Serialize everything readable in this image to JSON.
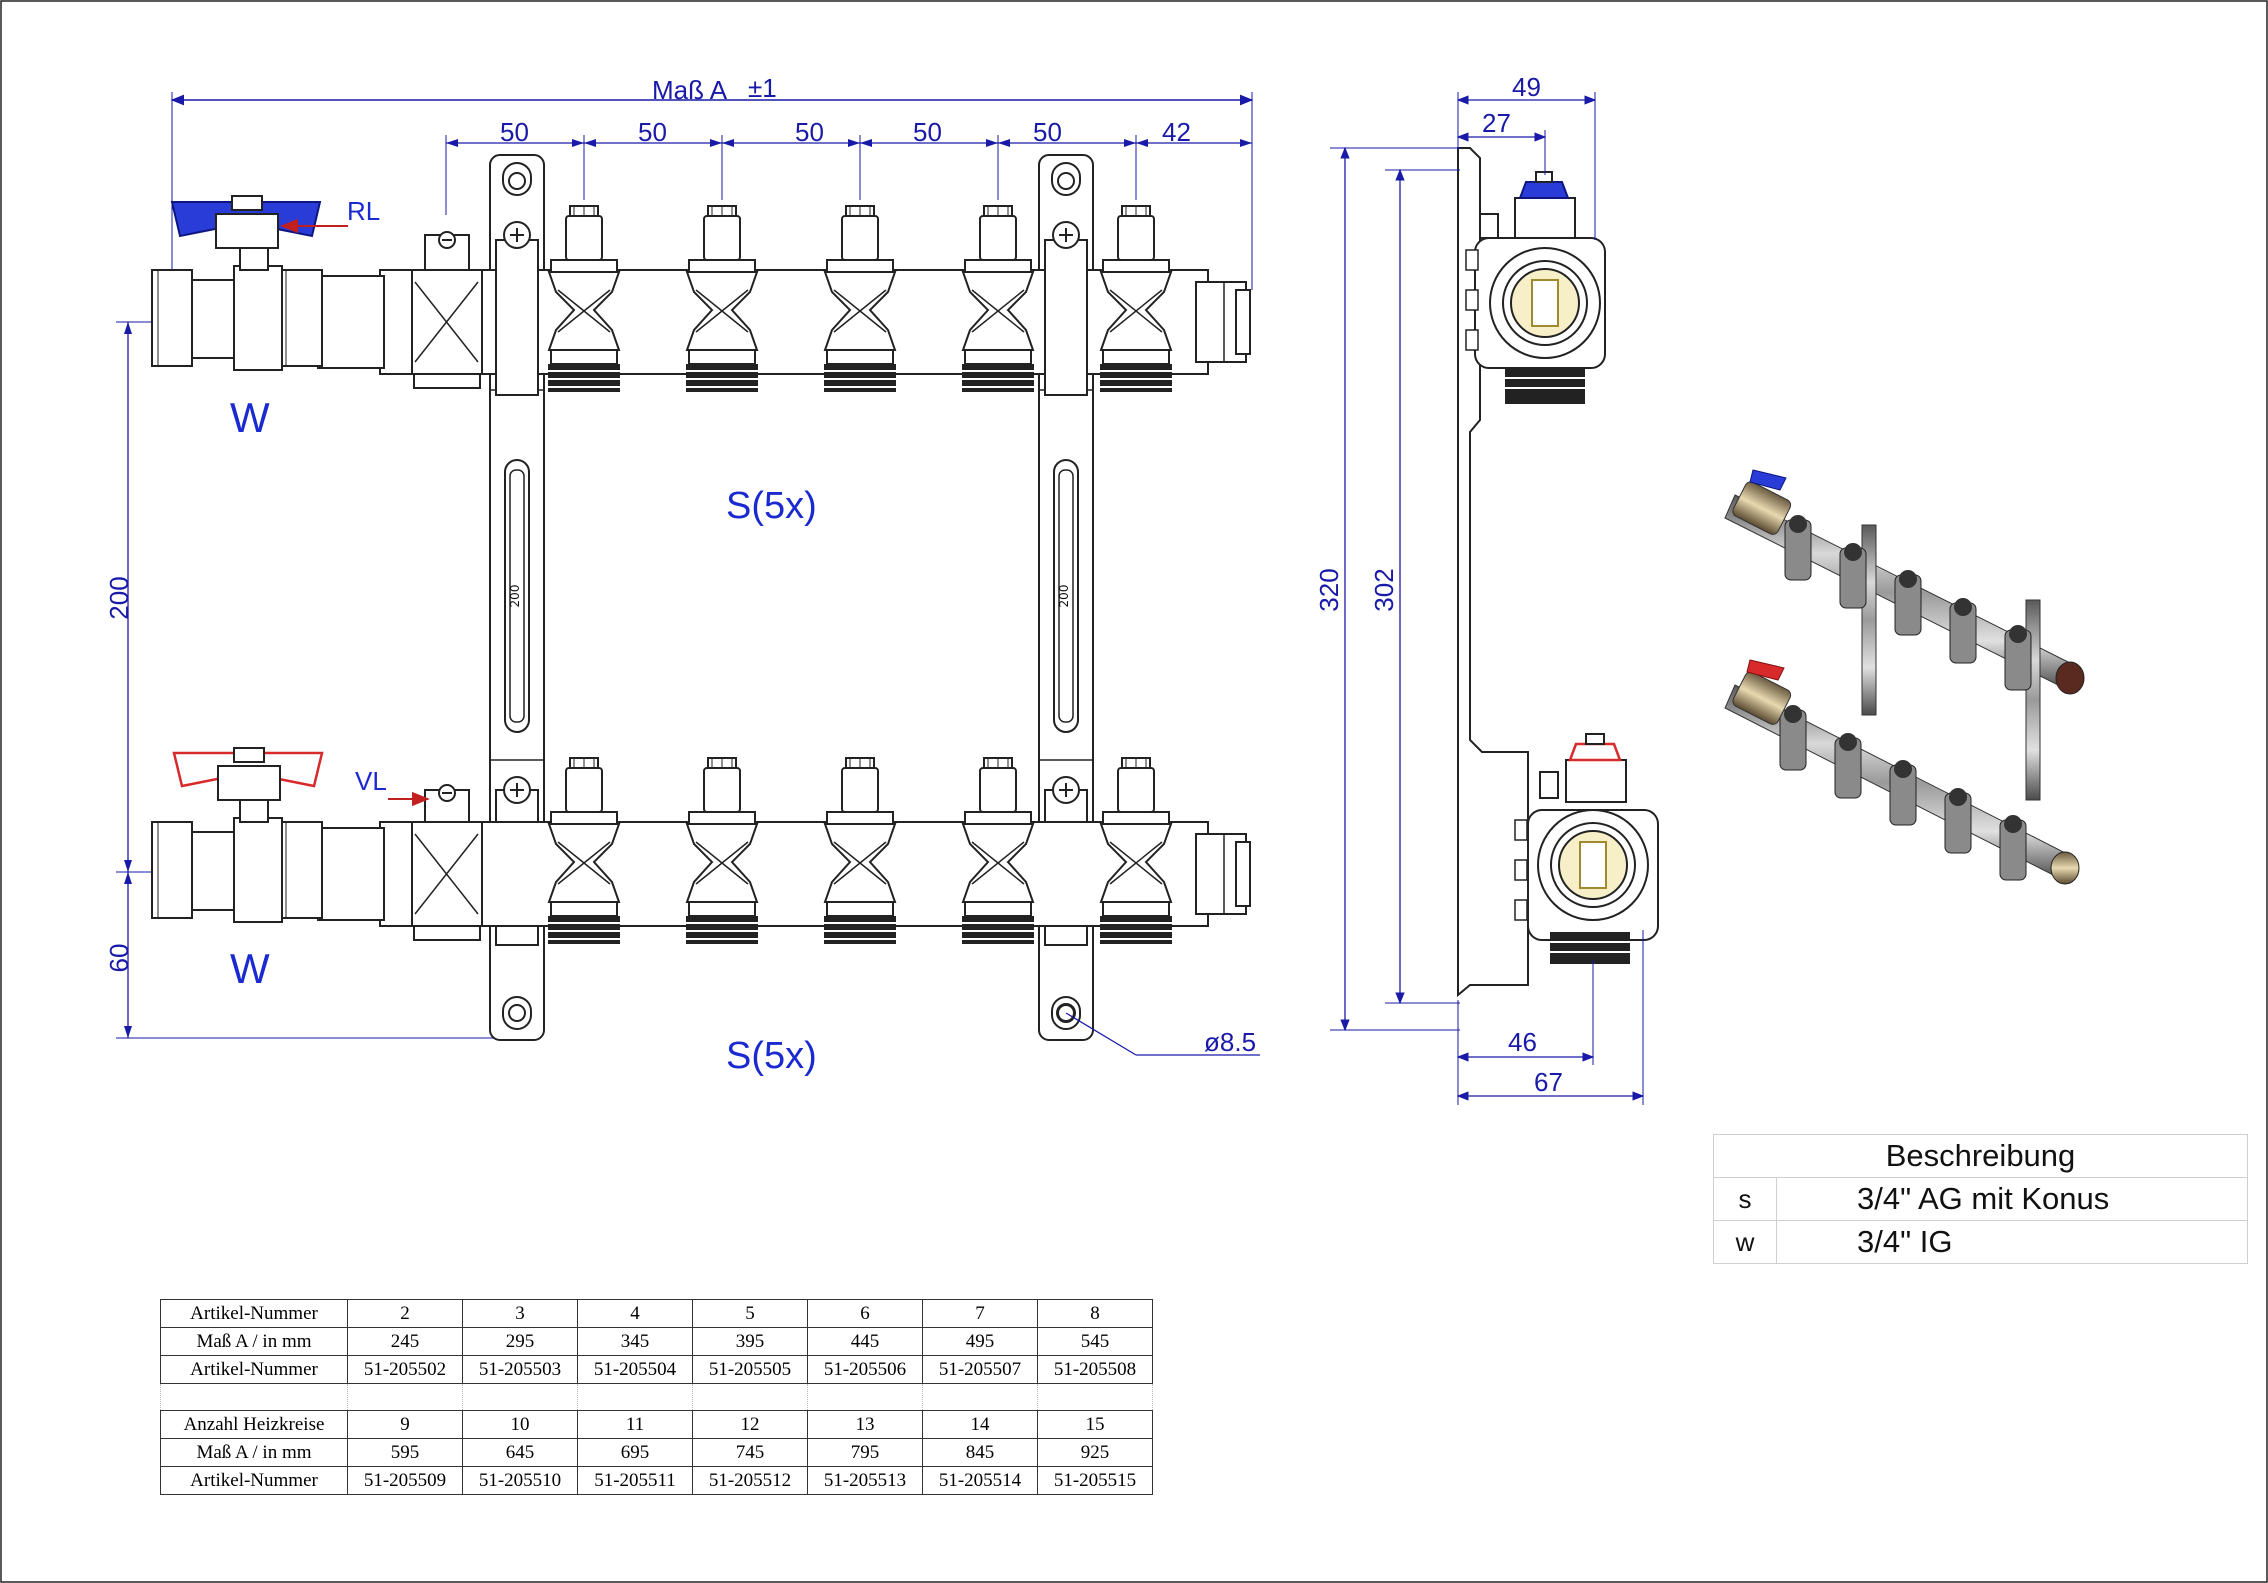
{
  "dimensions": {
    "mass_a": "Maß A",
    "tolerance": "±1",
    "spacing_top": [
      "50",
      "50",
      "50",
      "50",
      "50",
      "42"
    ],
    "height_200": "200",
    "height_60": "60",
    "ruler_label": "200",
    "side_top_49": "49",
    "side_top_27": "27",
    "side_320": "320",
    "side_302": "302",
    "side_46": "46",
    "side_67": "67",
    "hole": "ø8.5"
  },
  "labels": {
    "rl": "RL",
    "vl": "VL",
    "w_top": "W",
    "w_bottom": "W",
    "s_top": "S(5x)",
    "s_bottom": "S(5x)"
  },
  "colors": {
    "dimension": "#1a1aa8",
    "label": "#1a2ad0",
    "return_handle": "#2a3cd8",
    "flow_handle": "#d82a2a"
  },
  "article_table": {
    "block1": [
      [
        "Artikel-Nummer",
        "2",
        "3",
        "4",
        "5",
        "6",
        "7",
        "8"
      ],
      [
        "Maß A / in mm",
        "245",
        "295",
        "345",
        "395",
        "445",
        "495",
        "545"
      ],
      [
        "Artikel-Nummer",
        "51-205502",
        "51-205503",
        "51-205504",
        "51-205505",
        "51-205506",
        "51-205507",
        "51-205508"
      ]
    ],
    "block2": [
      [
        "Anzahl Heizkreise",
        "9",
        "10",
        "11",
        "12",
        "13",
        "14",
        "15"
      ],
      [
        "Maß A / in mm",
        "595",
        "645",
        "695",
        "745",
        "795",
        "845",
        "925"
      ],
      [
        "Artikel-Nummer",
        "51-205509",
        "51-205510",
        "51-205511",
        "51-205512",
        "51-205513",
        "51-205514",
        "51-205515"
      ]
    ]
  },
  "description_table": {
    "title": "Beschreibung",
    "rows": [
      {
        "key": "s",
        "text": "3/4\" AG mit Konus"
      },
      {
        "key": "w",
        "text": "3/4\" IG"
      }
    ]
  }
}
